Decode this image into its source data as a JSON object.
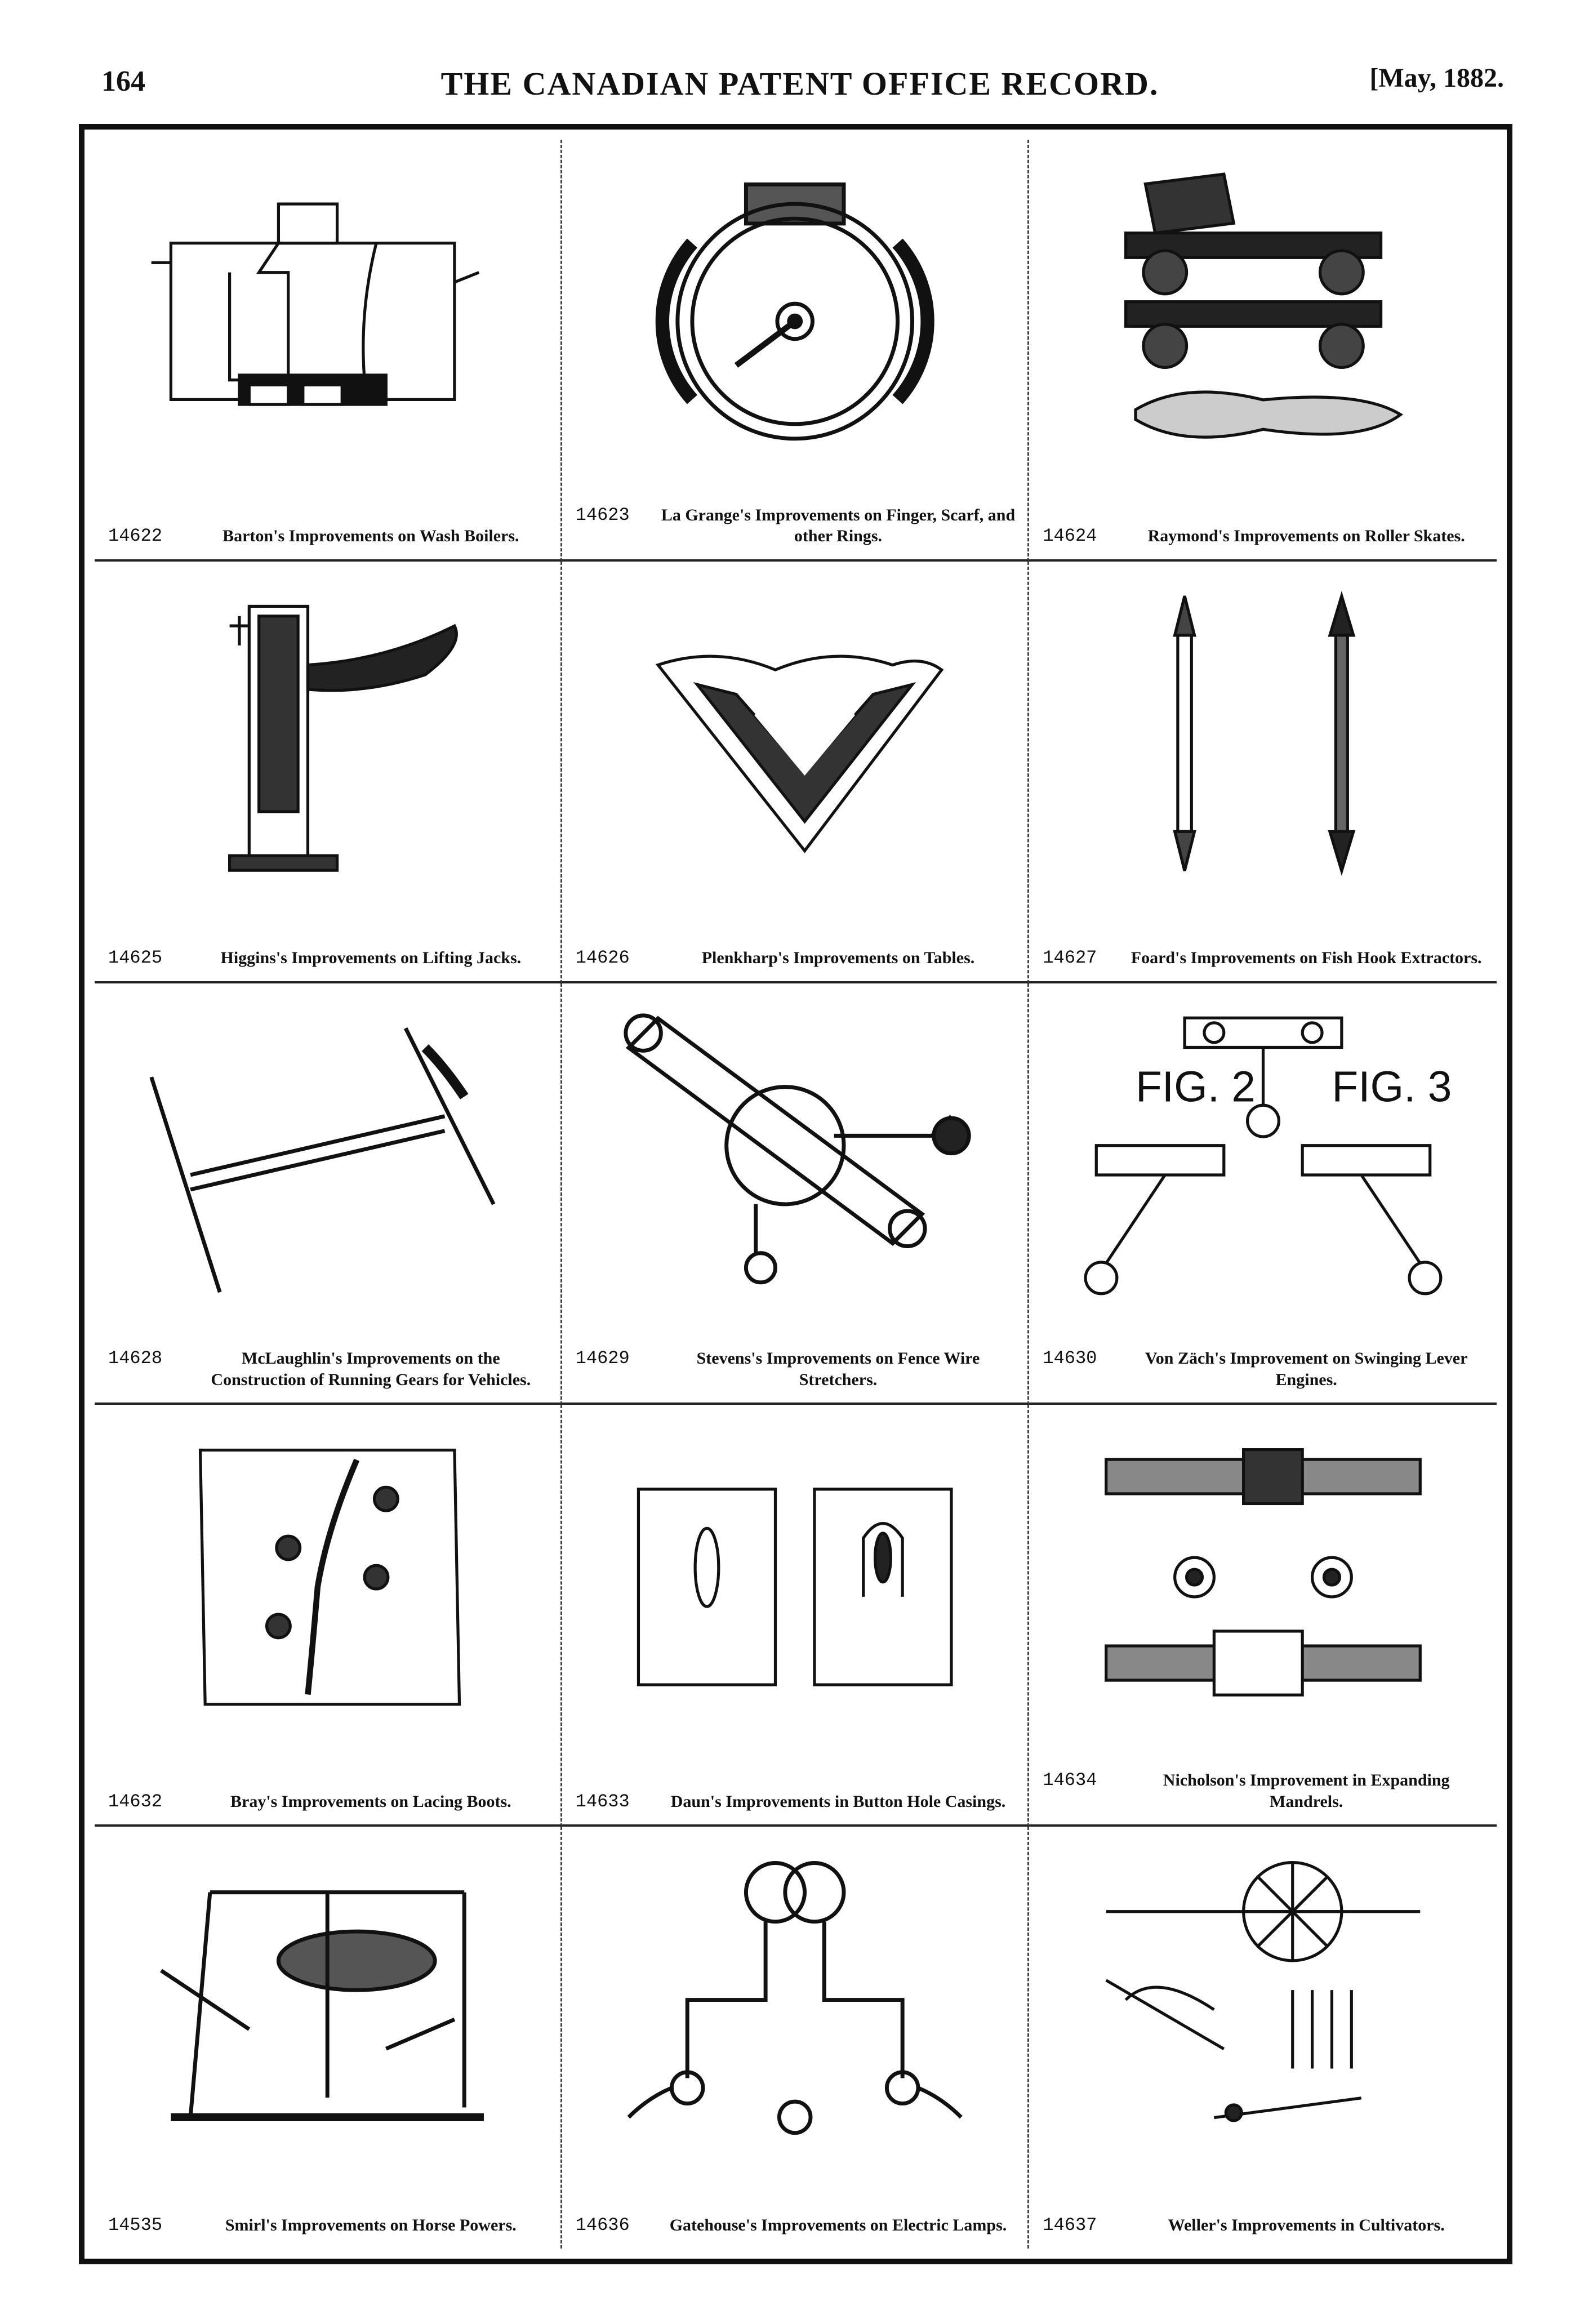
{
  "header": {
    "page_number": "164",
    "title": "THE CANADIAN PATENT OFFICE RECORD.",
    "date": "[May, 1882."
  },
  "patents": [
    {
      "number": "14622",
      "title": "Barton's Improvements on Wash Boilers.",
      "figure": "wash-boiler-drawing"
    },
    {
      "number": "14623",
      "title": "La Grange's Improvements on Finger, Scarf, and other Rings.",
      "figure": "ring-drawing"
    },
    {
      "number": "14624",
      "title": "Raymond's Improvements on Roller Skates.",
      "figure": "roller-skate-drawing"
    },
    {
      "number": "14625",
      "title": "Higgins's Improvements on Lifting Jacks.",
      "figure": "lifting-jack-drawing"
    },
    {
      "number": "14626",
      "title": "Plenkharp's Improvements on Tables.",
      "figure": "table-drawing"
    },
    {
      "number": "14627",
      "title": "Foard's Improvements on Fish Hook Extractors.",
      "figure": "fish-hook-extractor-drawing"
    },
    {
      "number": "14628",
      "title": "McLaughlin's Improvements on the Construction of Running Gears for Vehicles.",
      "figure": "running-gear-drawing"
    },
    {
      "number": "14629",
      "title": "Stevens's Improvements on Fence Wire Stretchers.",
      "figure": "wire-stretcher-drawing"
    },
    {
      "number": "14630",
      "title": "Von Zäch's Improvement on Swinging Lever Engines.",
      "figure": "swinging-lever-engine-drawing",
      "labels": [
        "FIG. 2",
        "FIG. 3"
      ]
    },
    {
      "number": "14632",
      "title": "Bray's Improvements on Lacing Boots.",
      "figure": "lacing-boot-drawing"
    },
    {
      "number": "14633",
      "title": "Daun's Improvements in Button Hole Casings.",
      "figure": "button-hole-drawing"
    },
    {
      "number": "14634",
      "title": "Nicholson's Improvement in Expanding Mandrels.",
      "figure": "expanding-mandrel-drawing"
    },
    {
      "number": "14535",
      "title": "Smirl's Improvements on Horse Powers.",
      "figure": "horse-power-drawing"
    },
    {
      "number": "14636",
      "title": "Gatehouse's Improvements on Electric Lamps.",
      "figure": "electric-lamp-drawing"
    },
    {
      "number": "14637",
      "title": "Weller's Improvements in Cultivators.",
      "figure": "cultivator-drawing"
    }
  ]
}
